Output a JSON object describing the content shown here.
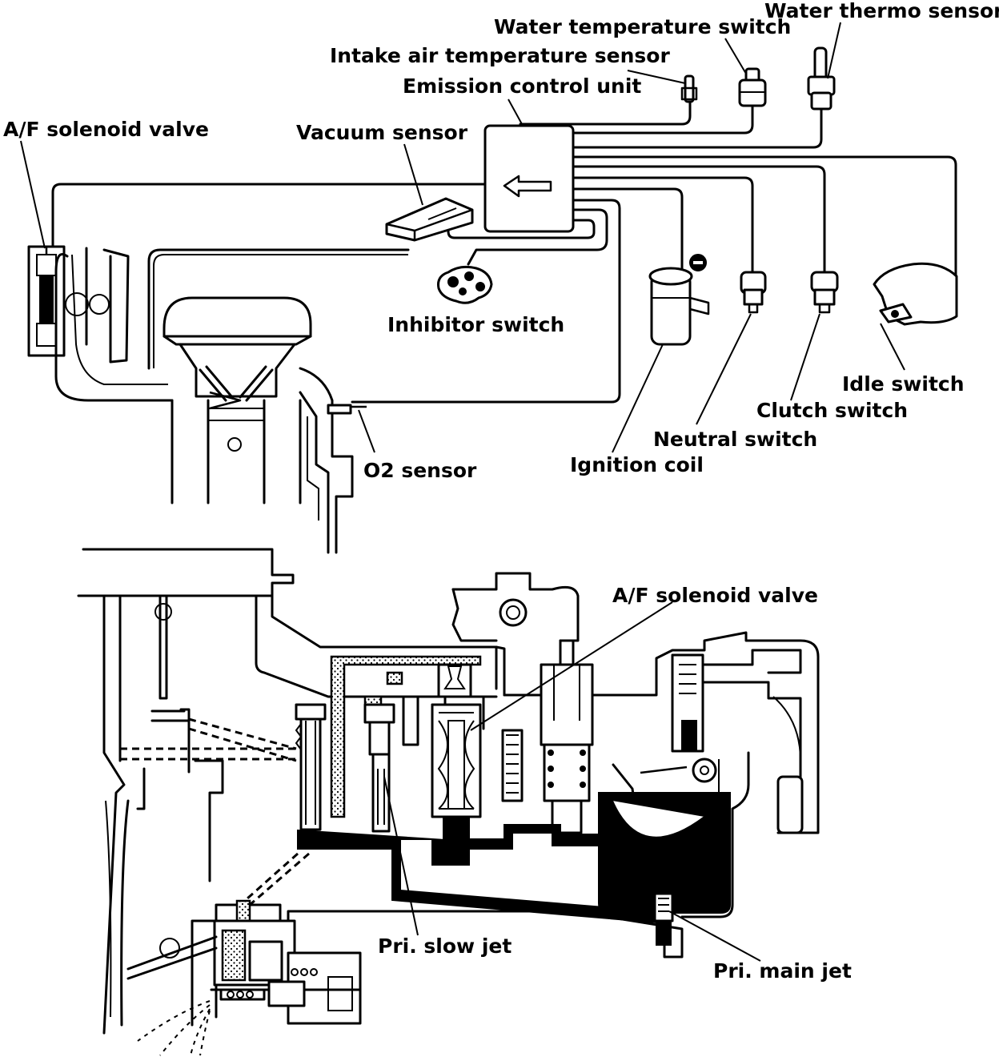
{
  "labels": {
    "water_thermo_sensor": "Water thermo sensor",
    "water_temperature_switch": "Water temperature switch",
    "intake_air_temperature_sensor": "Intake air temperature sensor",
    "emission_control_unit": "Emission control unit",
    "af_solenoid_valve_top": "A/F solenoid valve",
    "vacuum_sensor": "Vacuum sensor",
    "inhibitor_switch": "Inhibitor switch",
    "idle_switch": "Idle switch",
    "clutch_switch": "Clutch switch",
    "neutral_switch": "Neutral switch",
    "ignition_coil": "Ignition coil",
    "o2_sensor": "O2 sensor",
    "af_solenoid_valve_bottom": "A/F  solenoid valve",
    "pri_slow_jet": "Pri. slow jet",
    "pri_main_jet": "Pri. main jet"
  },
  "colors": {
    "ink": "#000000",
    "paper": "#ffffff"
  },
  "icons": {
    "ignition_coil_terminal": "minus-sign-icon",
    "control_unit_symbol": "left-arrow-icon"
  }
}
